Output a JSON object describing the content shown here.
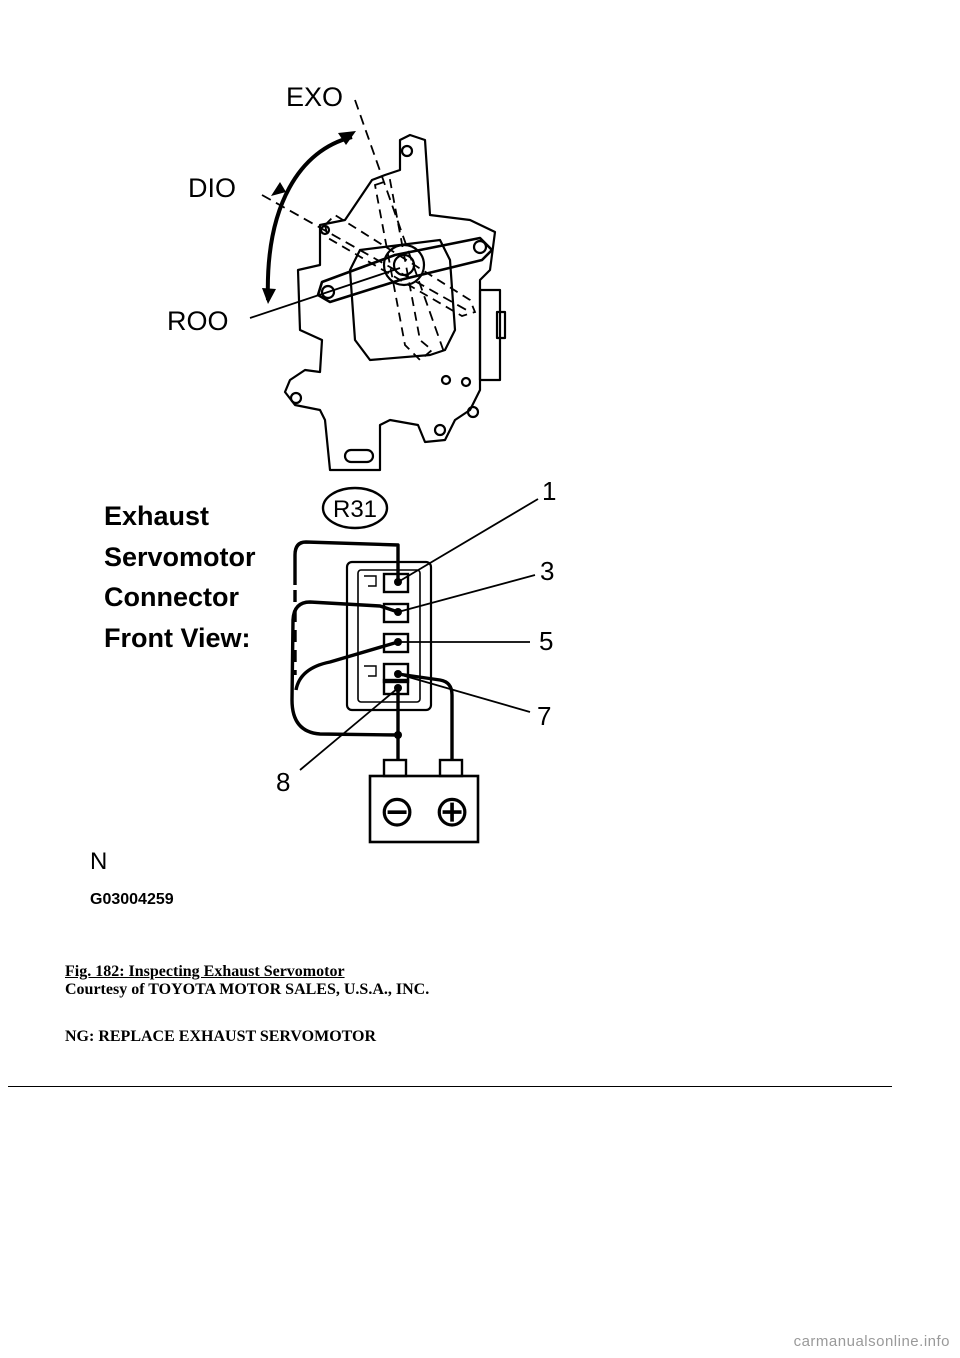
{
  "diagram": {
    "damper_labels": {
      "exo": "EXO",
      "dio": "DIO",
      "roo": "ROO"
    },
    "title_lines": [
      "Exhaust",
      "Servomotor",
      "Connector",
      "Front View:"
    ],
    "connector_code": "R31",
    "pins": [
      "1",
      "3",
      "5",
      "7",
      "8"
    ],
    "battery": {
      "negative": "⊖",
      "positive": "⊕"
    },
    "corner_mark": "N",
    "graphic_id": "G03004259"
  },
  "caption": {
    "figure": "Fig. 182: Inspecting Exhaust Servomotor",
    "courtesy": "Courtesy of TOYOTA MOTOR SALES, U.S.A., INC."
  },
  "step": {
    "ng": "NG: REPLACE EXHAUST SERVOMOTOR"
  },
  "watermark": "carmanualsonline.info"
}
